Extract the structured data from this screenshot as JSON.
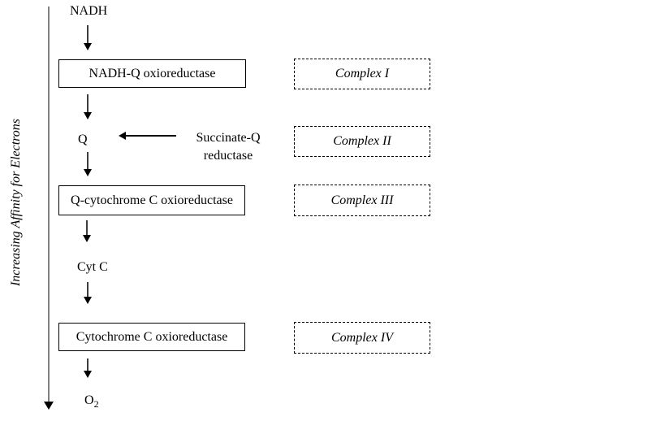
{
  "axis": {
    "label": "Increasing Affinity for Electrons"
  },
  "flow": {
    "nadh": "NADH",
    "box_nadh_q": "NADH-Q oxioreductase",
    "q": "Q",
    "succinate_line1": "Succinate-Q",
    "succinate_line2": "reductase",
    "box_q_cytochrome": "Q-cytochrome C oxioreductase",
    "cyt_c": "Cyt C",
    "box_cytochrome": "Cytochrome C oxioreductase",
    "o2_base": "O",
    "o2_sub": "2"
  },
  "complexes": [
    "Complex I",
    "Complex II",
    "Complex III",
    "Complex IV"
  ],
  "colors": {
    "background": "#ffffff",
    "ink": "#000000",
    "axis_line": "#808080",
    "arrow_shaft": "#3d3d3d"
  }
}
